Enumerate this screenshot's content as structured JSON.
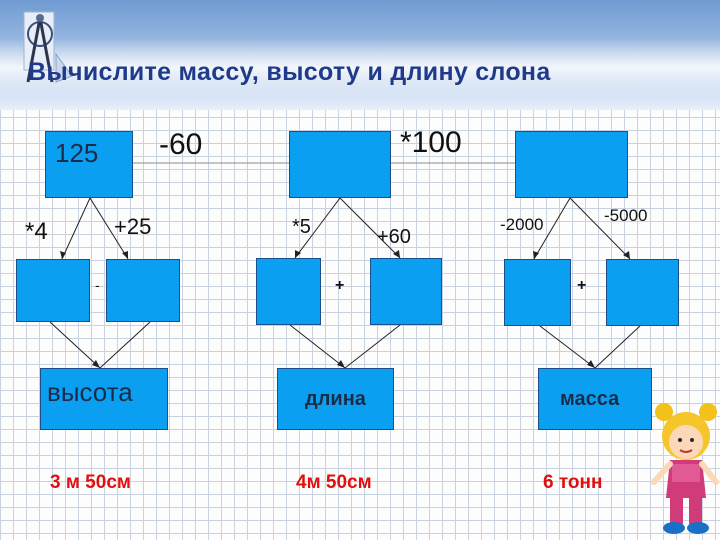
{
  "title": "Вычислите массу, высоту и длину слона",
  "start_value": "125",
  "ops_top": {
    "first": "-60",
    "second": "*100"
  },
  "ops_left": {
    "a": "*4",
    "b": "+25",
    "between": "-"
  },
  "ops_middle": {
    "a": "*5",
    "b": "+60",
    "between": "+"
  },
  "ops_right": {
    "a": "-2000",
    "b": "-5000",
    "between": "+"
  },
  "results": {
    "left": "высота",
    "middle": "длина",
    "right": "масса"
  },
  "answers": {
    "left": "3 м 50см",
    "middle": "4м 50см",
    "right": "6 тонн"
  },
  "colors": {
    "box": "#0a9ff0",
    "title": "#1f3a8a",
    "answer": "#e01010"
  }
}
